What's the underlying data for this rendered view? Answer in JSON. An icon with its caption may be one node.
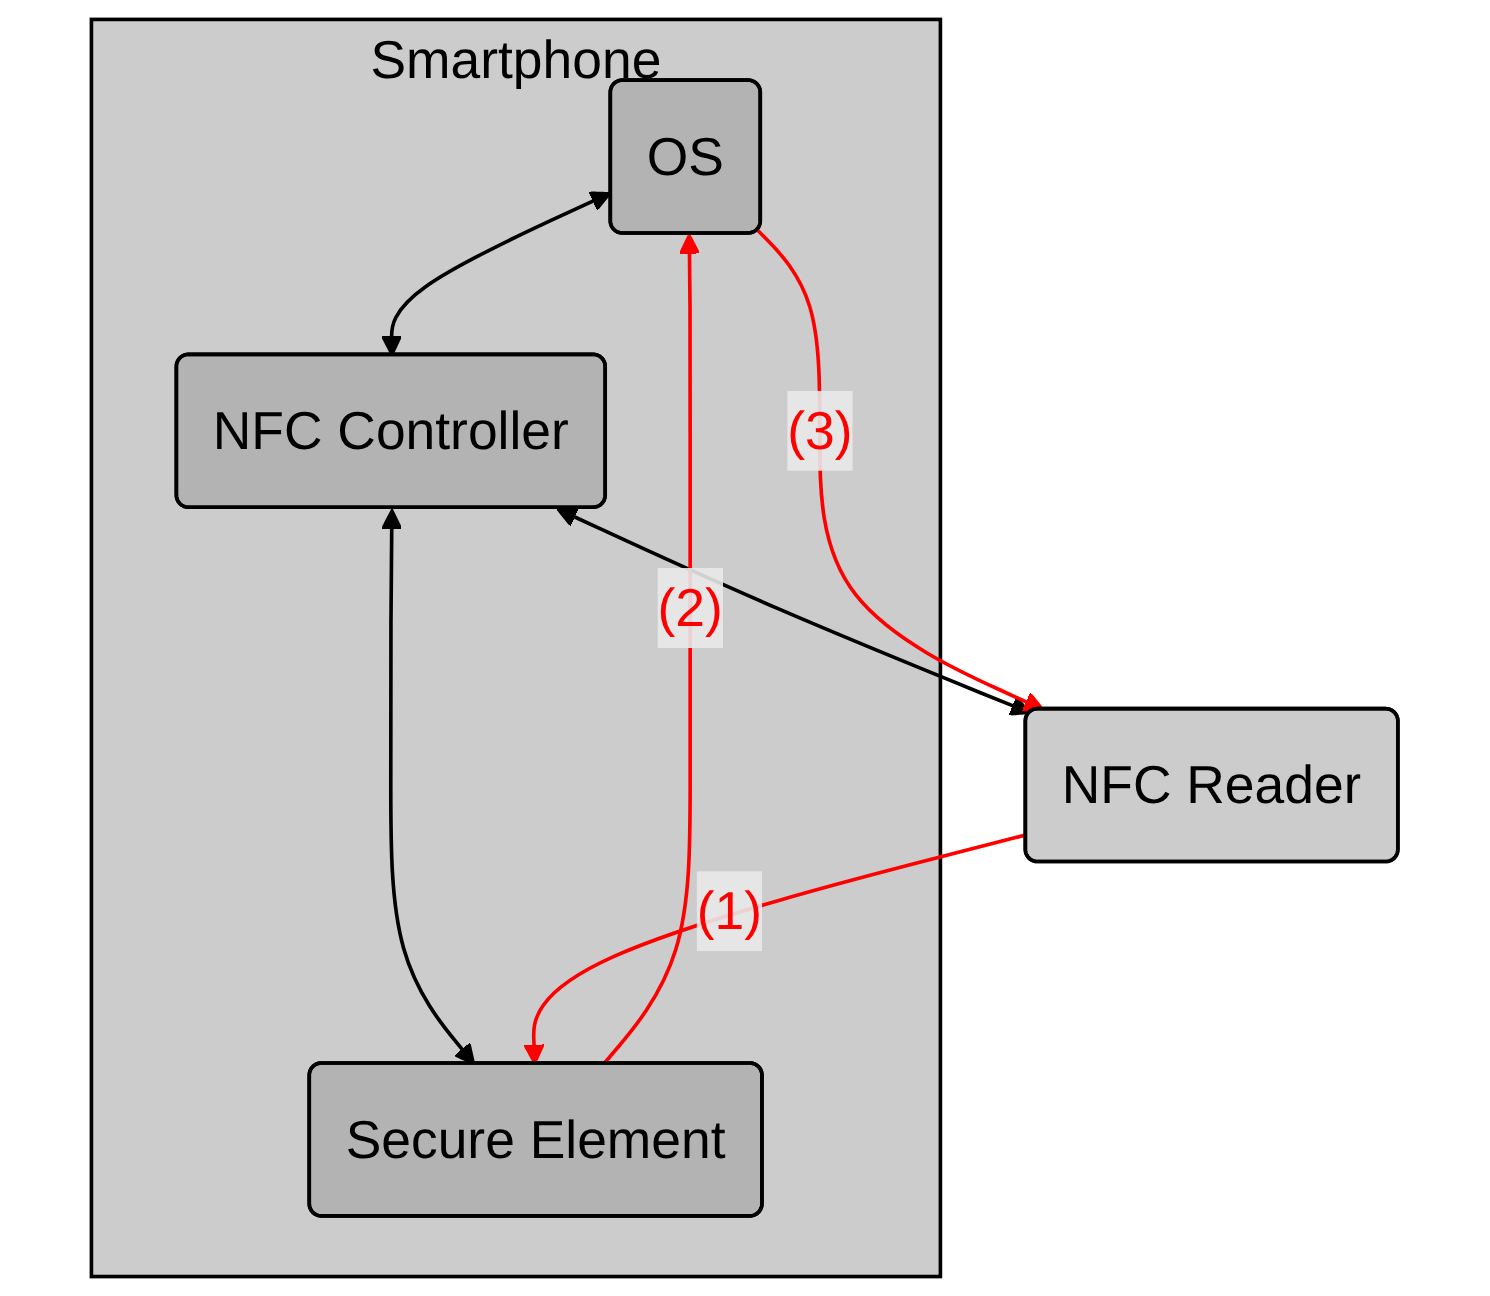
{
  "diagram": {
    "nodes": [
      {
        "text": [
          "Smartphone"
        ]
      },
      {
        "text": [
          "OS"
        ],
        "in": 0
      },
      {
        "text": [
          "NFC Controller"
        ],
        "in": 0
      },
      {
        "text": [
          "Secure Element"
        ],
        "in": 0
      },
      {
        "text": [
          "NFC Reader"
        ]
      }
    ],
    "edges": [
      {
        "from": 1,
        "to": 2,
        "arrow": "both"
      },
      {
        "from": 2,
        "to": 3,
        "arrow": "both"
      },
      {
        "from": 2,
        "to": 4,
        "arrow": "both"
      },
      {
        "from": 4,
        "to": 3,
        "arrow": "to",
        "label": "(1)",
        "color": "#ff0000"
      },
      {
        "from": 3,
        "to": 1,
        "arrow": "to",
        "label": "(2)",
        "color": "#ff0000"
      },
      {
        "from": 1,
        "to": 4,
        "arrow": "to",
        "label": "(3)",
        "color": "#ff0000"
      }
    ]
  }
}
